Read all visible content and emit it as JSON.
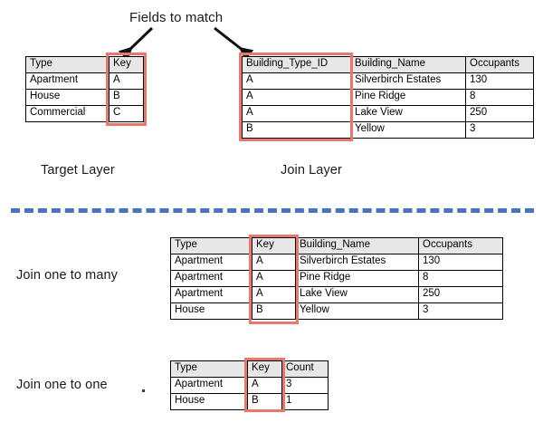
{
  "annotations": {
    "fields_to_match": "Fields to match",
    "target_layer": "Target Layer",
    "join_layer": "Join Layer",
    "join_one_to_many": "Join one to many",
    "join_one_to_one": "Join one to one"
  },
  "colors": {
    "highlight": "#e8786c",
    "divider": "#4a72c3",
    "header_fill": "#e7e7e7",
    "border": "#000000"
  },
  "tables": {
    "target_layer": {
      "headers": [
        "Type",
        "Key"
      ],
      "rows": [
        [
          "Apartment",
          "A"
        ],
        [
          "House",
          "B"
        ],
        [
          "Commercial",
          "C"
        ]
      ],
      "highlight_column": "Key"
    },
    "join_layer": {
      "headers": [
        "Building_Type_ID",
        "Building_Name",
        "Occupants"
      ],
      "rows": [
        [
          "A",
          "Silverbirch Estates",
          "130"
        ],
        [
          "A",
          "Pine Ridge",
          "8"
        ],
        [
          "A",
          "Lake View",
          "250"
        ],
        [
          "B",
          "Yellow",
          "3"
        ]
      ],
      "highlight_column": "Building_Type_ID"
    },
    "one_to_many_result": {
      "headers": [
        "Type",
        "Key",
        "Building_Name",
        "Occupants"
      ],
      "rows": [
        [
          "Apartment",
          "A",
          "Silverbirch Estates",
          "130"
        ],
        [
          "Apartment",
          "A",
          "Pine Ridge",
          "8"
        ],
        [
          "Apartment",
          "A",
          "Lake View",
          "250"
        ],
        [
          "House",
          "B",
          "Yellow",
          "3"
        ]
      ],
      "highlight_column": "Key"
    },
    "one_to_one_result": {
      "headers": [
        "Type",
        "Key",
        "Count"
      ],
      "rows": [
        [
          "Apartment",
          "A",
          "3"
        ],
        [
          "House",
          "B",
          "1"
        ]
      ],
      "highlight_column": "Key"
    }
  }
}
